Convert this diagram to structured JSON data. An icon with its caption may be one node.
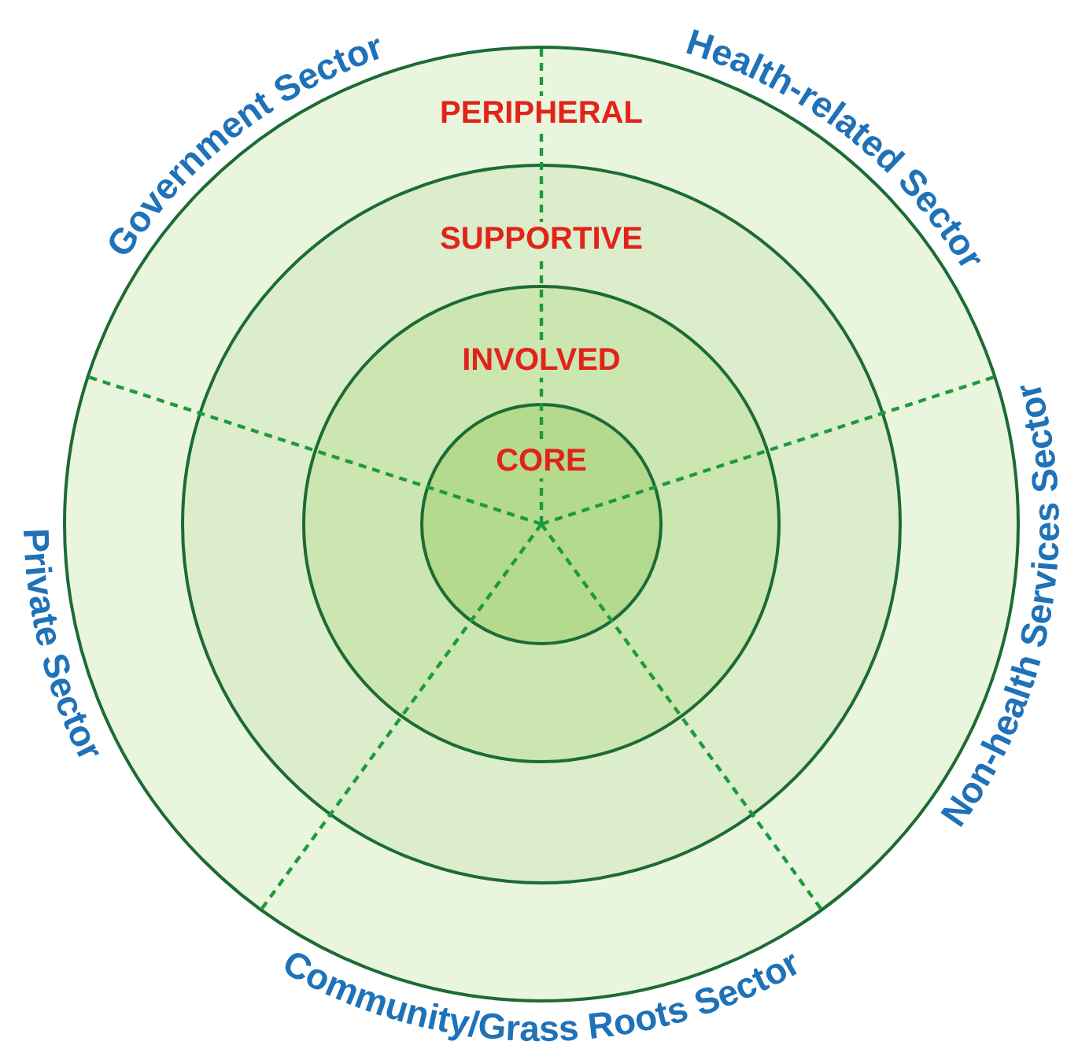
{
  "diagram": {
    "nodes": [
      {
        "text": [
          "PERIPHERAL"
        ]
      },
      {
        "text": [
          "SUPPORTIVE"
        ],
        "in": 0
      },
      {
        "text": [
          "INVOLVED"
        ],
        "in": 1
      },
      {
        "text": [
          "CORE"
        ],
        "in": 2
      }
    ],
    "labels": [
      "Government Sector",
      "Health-related Sector",
      "Private Sector",
      "Non-health Services Sector",
      "Community/Grass Roots Sector"
    ]
  }
}
